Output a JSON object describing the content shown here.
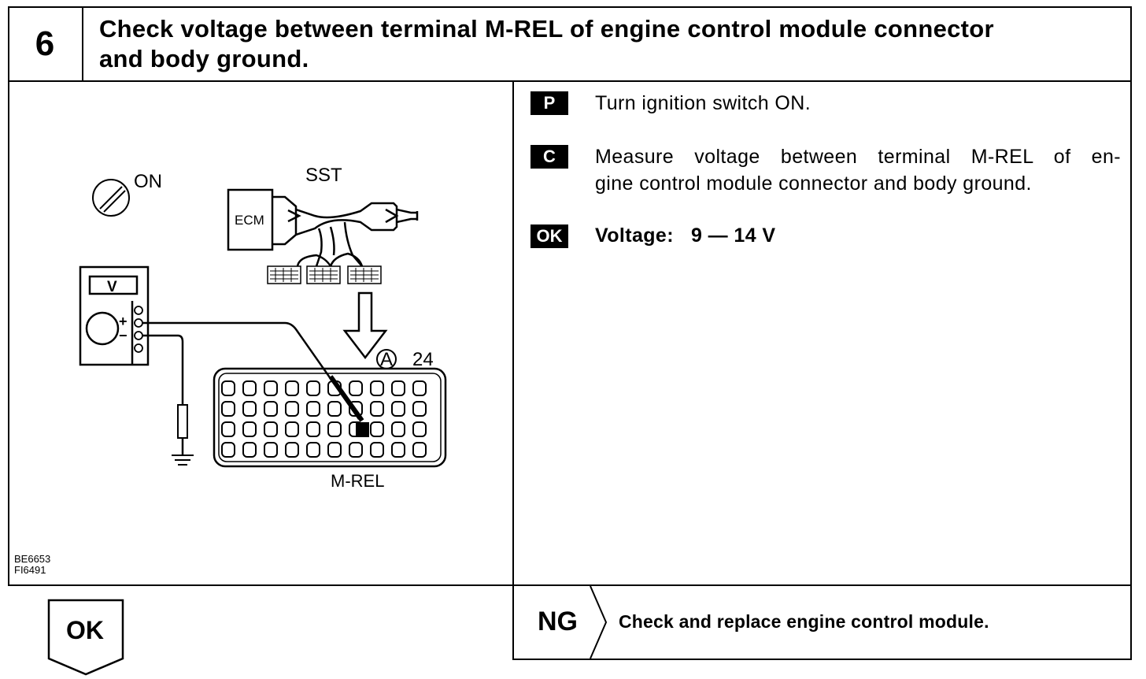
{
  "step": {
    "number": "6",
    "title_line1": "Check voltage between terminal M-REL of engine control module connector",
    "title_line2": "and body ground."
  },
  "diagram": {
    "ignition_label": "ON",
    "sst_label": "SST",
    "ecm_label": "ECM",
    "meter_label": "V",
    "plus": "+",
    "minus": "−",
    "connector_marker": "A",
    "connector_pin": "24",
    "terminal_label": "M-REL",
    "code_line1": "BE6653",
    "code_line2": "FI6491"
  },
  "instructions": [
    {
      "tag": "P",
      "text_line1": "Turn ignition switch ON.",
      "text_line2": ""
    },
    {
      "tag": "C",
      "text_line1": "Measure voltage between terminal M-REL of en-",
      "text_line2": "gine control module connector and body ground."
    },
    {
      "tag": "OK",
      "text_line1": "Voltage:   9 — 14 V",
      "text_line2": ""
    }
  ],
  "ok_branch": {
    "label": "OK"
  },
  "ng_branch": {
    "label": "NG",
    "text": "Check and replace engine control module."
  }
}
